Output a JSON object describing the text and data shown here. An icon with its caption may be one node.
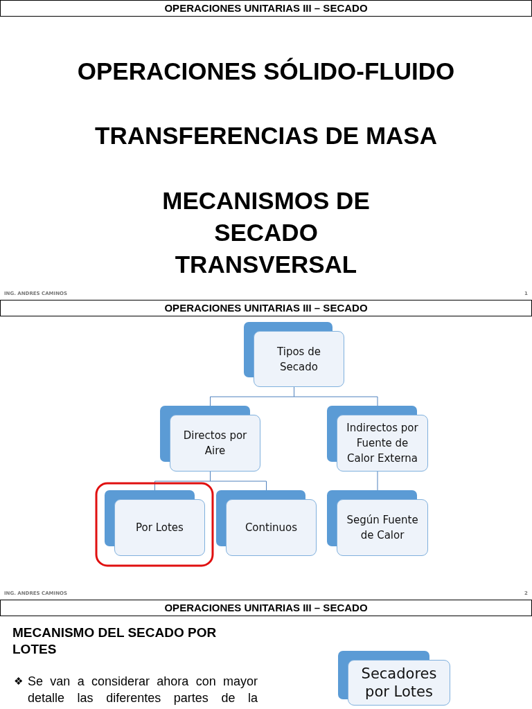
{
  "diagram": {
    "nodes": [
      {
        "text": [
          "Tipos de Secado"
        ]
      },
      {
        "text": [
          "Directos por Aire"
        ]
      },
      {
        "text": [
          "Indirectos por Fuente de Calor Externa"
        ]
      },
      {
        "text": [
          "Por Lotes"
        ]
      },
      {
        "text": [
          "Continuos"
        ]
      },
      {
        "text": [
          "Según Fuente de Calor"
        ]
      },
      {
        "text": [
          "Secadores por Lotes"
        ]
      }
    ],
    "edges": [
      {
        "from": 0,
        "to": 1,
        "arrow": "none"
      },
      {
        "from": 0,
        "to": 2,
        "arrow": "none"
      },
      {
        "from": 1,
        "to": 3,
        "arrow": "none"
      },
      {
        "from": 1,
        "to": 4,
        "arrow": "none"
      },
      {
        "from": 2,
        "to": 5,
        "arrow": "none"
      }
    ],
    "labels": [
      "OPERACIONES UNITARIAS III – SECADO",
      "OPERACIONES SÓLIDO-FLUIDO",
      "TRANSFERENCIAS DE MASA",
      "MECANISMOS  DE SECADO TRANSVERSAL",
      "ING. ANDRES CAMINOS",
      "1",
      "OPERACIONES UNITARIAS III – SECADO",
      "ING. ANDRES CAMINOS",
      "2",
      "OPERACIONES UNITARIAS III – SECADO",
      "MECANISMO DEL SECADO POR LOTES",
      "❖",
      "Se van a considerar ahora con mayor detalle las diferentes partes de la"
    ]
  }
}
